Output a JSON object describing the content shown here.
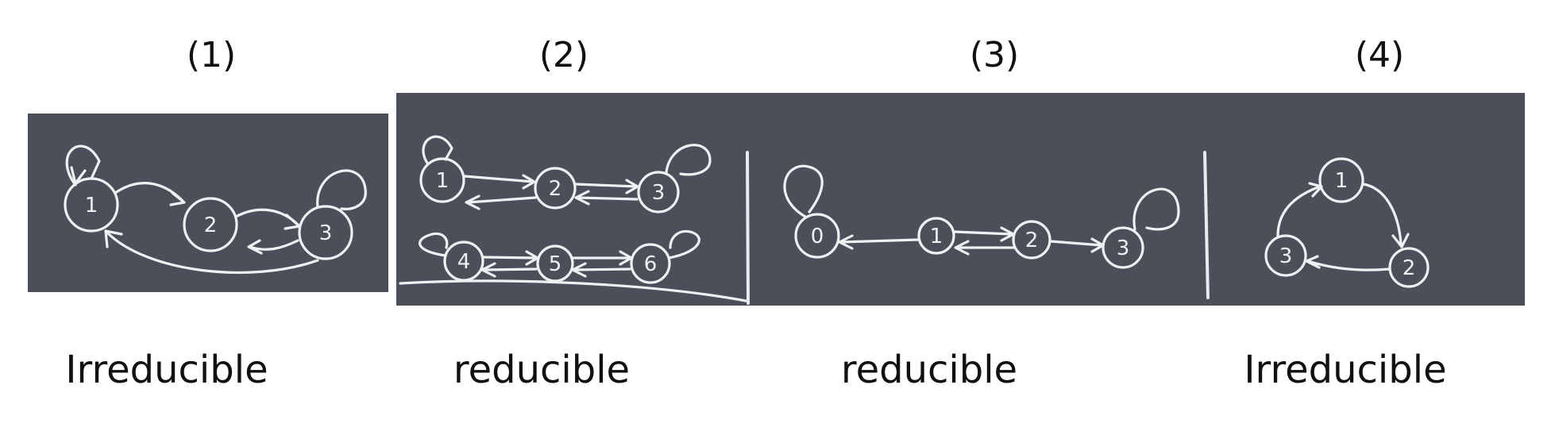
{
  "figures": [
    {
      "number": "(1)",
      "verdict": "Irreducible",
      "states": [
        "1",
        "2",
        "3"
      ]
    },
    {
      "number": "(2)",
      "verdict": "reducible",
      "states": [
        "1",
        "2",
        "3",
        "4",
        "5",
        "6"
      ]
    },
    {
      "number": "(3)",
      "verdict": "reducible",
      "states": [
        "0",
        "1",
        "2",
        "3"
      ]
    },
    {
      "number": "(4)",
      "verdict": "Irreducible",
      "states": [
        "1",
        "2",
        "3"
      ]
    }
  ],
  "colors": {
    "chalkboard": "#4a4f59",
    "chalk": "#eef0f2",
    "page": "#ffffff"
  }
}
